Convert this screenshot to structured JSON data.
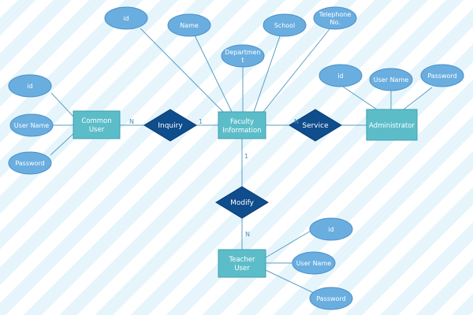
{
  "entities": {
    "common_user": [
      "Common",
      "User"
    ],
    "faculty_information": [
      "Faculty",
      "Information"
    ],
    "administrator": [
      "Administrator"
    ],
    "teacher_user": [
      "Teacher",
      "User"
    ]
  },
  "relationships": {
    "inquiry": "Inquiry",
    "service": "Service",
    "modify": "Modify"
  },
  "attributes": {
    "common_user": {
      "id": "id",
      "user_name": "User Name",
      "password": "Password"
    },
    "faculty": {
      "id": "id",
      "name": "Name",
      "department": [
        "Departmen",
        "t"
      ],
      "school": "School",
      "telephone": [
        "Telephone",
        "No."
      ]
    },
    "administrator": {
      "id": "id",
      "user_name": "User Name",
      "password": "Password"
    },
    "teacher": {
      "id": "id",
      "user_name": "User Name",
      "password": "Password"
    }
  },
  "cardinalities": {
    "inquiry_common": "N",
    "inquiry_faculty": "1",
    "service_faculty": "N",
    "modify_faculty": "1",
    "modify_teacher": "N"
  }
}
